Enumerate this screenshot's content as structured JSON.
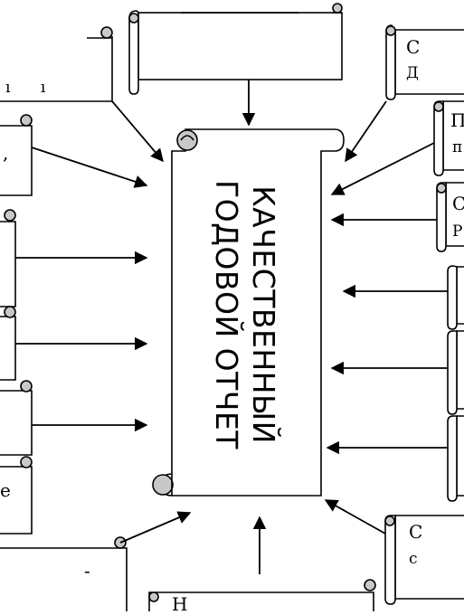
{
  "central": {
    "line1": "КАЧЕСТВЕННЫЙ",
    "line2": "ГОДОВОЙ ОТЧЕТ"
  },
  "fragments": {
    "left_top": "ı ı",
    "left_comma": ",",
    "left_e": "е",
    "left_dash": "-",
    "right_top": "С",
    "right_top_sub": "Д",
    "right_second": "П",
    "right_second_sub": "п",
    "right_third": "С",
    "right_third_sub": "Р",
    "right_bottom": "С",
    "right_bottom_sub": "с",
    "bottom": "Н"
  },
  "colors": {
    "stroke": "#000000",
    "curl_fill": "#c8c8c8",
    "paper": "#ffffff"
  }
}
